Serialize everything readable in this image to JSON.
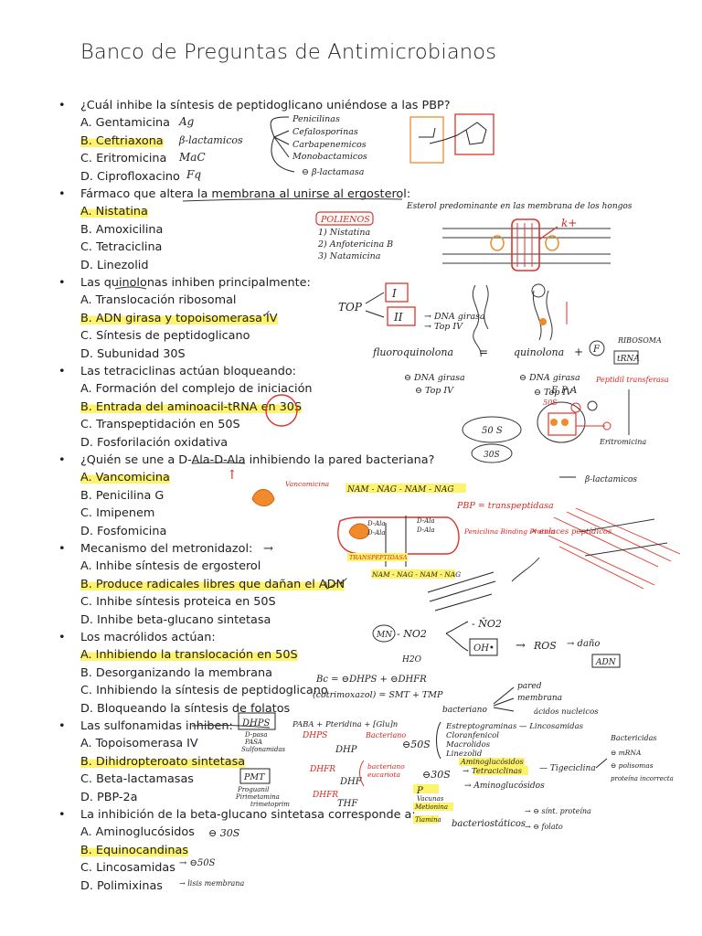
{
  "title": "Banco de Preguntas de Antimicrobianos",
  "questions": [
    {
      "stem": "¿Cuál inhibe la síntesis de peptidoglicano uniéndose a las PBP?",
      "options": [
        "A. Gentamicina",
        "B. Ceftriaxona",
        "C. Eritromicina",
        "D. Ciprofloxacino"
      ],
      "answer": 1
    },
    {
      "stem": "Fármaco que altera la membrana al unirse al ergosterol:",
      "options": [
        "A. Nistatina",
        "B. Amoxicilina",
        "C. Tetraciclina",
        "D. Linezolid"
      ],
      "answer": 0
    },
    {
      "stem": "Las quinolonas inhiben principalmente:",
      "options": [
        "A. Translocación ribosomal",
        "B. ADN girasa y topoisomerasa IV",
        "C. Síntesis de peptidoglicano",
        "D. Subunidad 30S"
      ],
      "answer": 1
    },
    {
      "stem": "Las tetraciclinas actúan bloqueando:",
      "options": [
        "A. Formación del complejo de iniciación",
        "B. Entrada del aminoacil-tRNA en 30S",
        "C. Transpeptidación en 50S",
        "D. Fosforilación oxidativa"
      ],
      "answer": 1
    },
    {
      "stem": "¿Quién se une a D-Ala-D-Ala inhibiendo la pared bacteriana?",
      "options": [
        "A. Vancomicina",
        "B. Penicilina G",
        "C. Imipenem",
        "D. Fosfomicina"
      ],
      "answer": 0
    },
    {
      "stem": "Mecanismo del metronidazol:",
      "options": [
        "A. Inhibe síntesis de ergosterol",
        "B. Produce radicales libres que dañan el ADN",
        "C. Inhibe síntesis proteica en 50S",
        "D. Inhibe beta-glucano sintetasa"
      ],
      "answer": 1
    },
    {
      "stem": "Los macrólidos actúan:",
      "options": [
        "A. Inhibiendo la translocación en 50S",
        "B. Desorganizando la membrana",
        "C. Inhibiendo la síntesis de peptidoglicano",
        "D. Bloqueando la síntesis de folatos"
      ],
      "answer": 0
    },
    {
      "stem": "Las sulfonamidas inhiben:",
      "options": [
        "A. Topoisomerasa IV",
        "B. Dihidropteroato sintetasa",
        "C. Beta-lactamasas",
        "D. PBP-2a"
      ],
      "answer": 1
    },
    {
      "stem": "La inhibición de la beta-glucano sintetasa corresponde a:",
      "options": [
        "A. Aminoglucósidos",
        "B. Equinocandinas",
        "C. Lincosamidas",
        "D. Polimixinas"
      ],
      "answer": 1
    }
  ],
  "notes": {
    "q1": {
      "tags": [
        "Ag",
        "β-lactamicos",
        "MaC",
        "Fq"
      ],
      "list": [
        "Penicilinas",
        "Cefalosporinas",
        "Carbapenemicos",
        "Monobactamicos",
        "⊖ β-lactamasa"
      ]
    },
    "q2": {
      "header": "Esterol predominante en las membrana de los hongos",
      "box": "POLIENOS",
      "list": [
        "1) Nistatina",
        "2) Anfotericina B",
        "3) Natamicina"
      ],
      "ion": "k+"
    },
    "q3": {
      "top": "TOP",
      "box1": "I",
      "box2": "II",
      "arrows": [
        "→ DNA girasa",
        "→ Top IV"
      ],
      "formula": [
        "fluoroquinolona",
        "=",
        "quinolona",
        "+",
        "F"
      ],
      "trna_label": "tRNA",
      "ribosoma_label": "RIBOSOMA",
      "inhibit_left": [
        "⊖ DNA girasa",
        "⊖ Top IV"
      ],
      "inhibit_right": [
        "⊖ DNA girasa",
        "⊖ Top IV"
      ]
    },
    "q4": {
      "r50": "50 S",
      "r30": "30S",
      "label_50s": "50S",
      "peptidil": "Peptidil transferasa",
      "eritro": "Eritromicina",
      "site_a": "A",
      "site_p": "P",
      "site_e": "E"
    },
    "q5": {
      "vanco_label": "Vancomicina",
      "nam_top": "NAM - NAG - NAM - NAG",
      "beta": "β-lactamicos",
      "pbp": "PBP = transpeptidasa",
      "penicilin": "Penicilina Binding Protein",
      "enlaces": "✕ enlaces peptídicos",
      "dala1": "D-Ala",
      "dala2": "D-Ala",
      "dala3": "D-Ala",
      "dala4": "D-Ala",
      "transp": "TRANSPEPTIDASA",
      "nam_bottom": "NAM - NAG - NAM - NAG"
    },
    "q6": {
      "mn": "MN",
      "no2": "- NO2",
      "no2rad": "- ŇO2",
      "h2o": "H2O",
      "oh": "OH•",
      "ros": "ROS",
      "dano": "→ daño",
      "adn": "ADN",
      "arrow": "→"
    },
    "q7": {
      "line1": "Bc = ⊖DHPS + ⊖DHFR",
      "line2": "(cotrimoxazol) = SMT + TMP",
      "bact": "bacteriano",
      "pared": "pared",
      "membrana": "membrana",
      "acidos": "ácidos nucleicos"
    },
    "q8": {
      "dhps": "DHPS",
      "pasa": [
        "D-pasa",
        "PASA",
        "Sulfonamidas"
      ],
      "paba": "PABA + Pteridina + [Glu]n",
      "dhps2": "DHPS",
      "bacteriano": "Bacteriano",
      "dhp": "DHP",
      "dhfr": "DHFR",
      "bact_euc": [
        "bacteriano",
        "eucariota"
      ],
      "dhf": "DHF",
      "dhfr2": "DHFR",
      "thf": "THF",
      "pmt": "PMT",
      "pmt_list": [
        "Proguanil",
        "Pirimetamina",
        "trimetoprim"
      ],
      "s30": "⊖30S",
      "s50": "⊖50S",
      "macro_list": [
        "Estreptograminas",
        "Cloranfenicol",
        "Macrolidos",
        "Linezolid",
        "Aminoglucósidos"
      ],
      "lincos": "— Lincosamidas",
      "tetra": "→ Tetraciclinas",
      "tige": "— Tigeciclina",
      "amino": "→ Aminoglucósidos",
      "bactericidas": "Bactericidas",
      "bact_list": [
        "⊖ mRNA",
        "⊖ polisomas",
        "proteína incorrecta"
      ],
      "pvit": [
        "P",
        "Vacunas",
        "Metionina",
        "Tiamina"
      ],
      "bacteriostaticos": "bacteriostáticos",
      "sint": "→ ⊖ sínt. proteína",
      "folato": "→ ⊖ folato"
    },
    "q9": {
      "a": "⊖ 30S",
      "c": "→ ⊖50S",
      "d": "→ lisis membrana",
      "arrow": "↑",
      "check": "✓"
    }
  }
}
